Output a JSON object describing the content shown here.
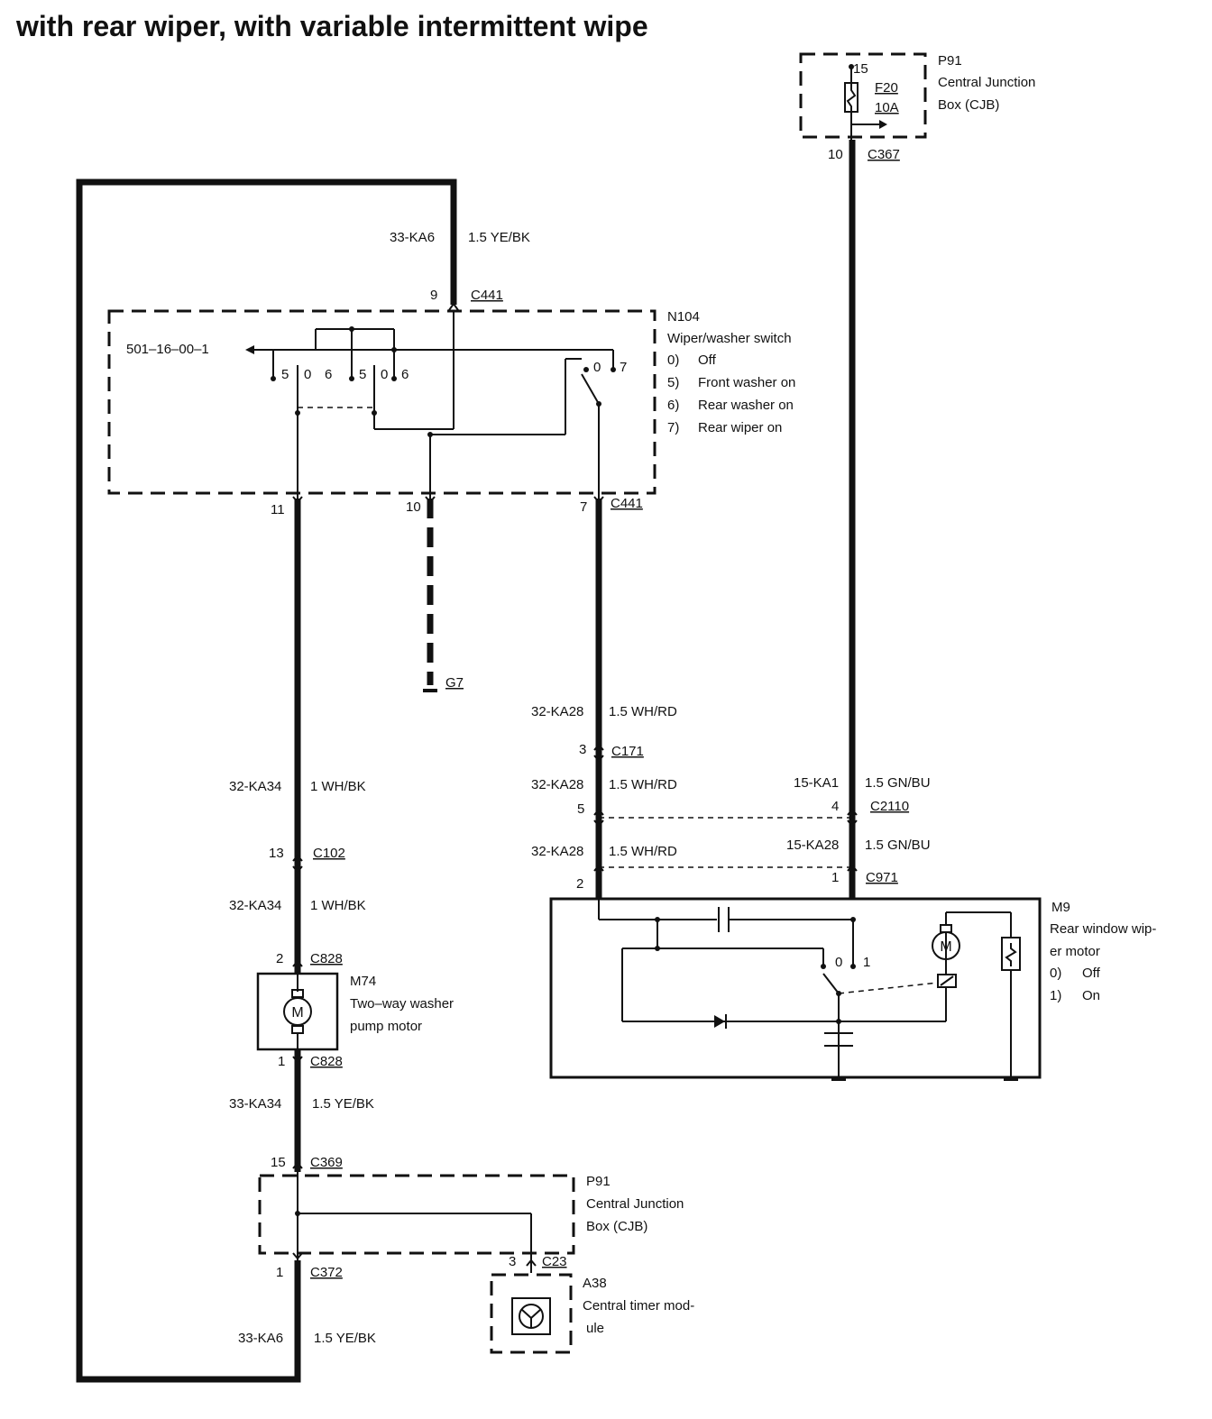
{
  "title": "with rear wiper, with variable intermittent wipe",
  "fuse_box_top": {
    "id": "P91",
    "name_line1": "Central Junction",
    "name_line2": "Box (CJB)",
    "fuse_pin": "15",
    "fuse_id": "F20",
    "fuse_rating": "10A",
    "out_pin": "10",
    "out_connector": "C367"
  },
  "switch": {
    "id": "N104",
    "name": "Wiper/washer switch",
    "ref": "501–16–00–1",
    "positions": [
      {
        "num": "0)",
        "desc": "Off"
      },
      {
        "num": "5)",
        "desc": "Front washer on"
      },
      {
        "num": "6)",
        "desc": "Rear washer on"
      },
      {
        "num": "7)",
        "desc": "Rear wiper on"
      }
    ],
    "contact_labels": [
      "5",
      "0",
      "6",
      "5",
      "0",
      "6",
      "0",
      "7"
    ],
    "in_pin": "9",
    "in_connector": "C441",
    "out_pins": [
      "11",
      "10",
      "7"
    ],
    "out_connector": "C441"
  },
  "wires": {
    "w_top": {
      "code": "33-KA6",
      "spec": "1.5 YE/BK"
    },
    "w_ka28_a": {
      "code": "32-KA28",
      "spec": "1.5 WH/RD"
    },
    "w_ka28_b": {
      "code": "32-KA28",
      "spec": "1.5 WH/RD"
    },
    "w_ka28_c": {
      "code": "32-KA28",
      "spec": "1.5 WH/RD"
    },
    "w_ka1": {
      "code": "15-KA1",
      "spec": "1.5 GN/BU"
    },
    "w_15ka28": {
      "code": "15-KA28",
      "spec": "1.5 GN/BU"
    },
    "w_ka34_a": {
      "code": "32-KA34",
      "spec": "1 WH/BK"
    },
    "w_ka34_b": {
      "code": "32-KA34",
      "spec": "1 WH/BK"
    },
    "w_33ka34": {
      "code": "33-KA34",
      "spec": "1.5 YE/BK"
    },
    "w_bottom": {
      "code": "33-KA6",
      "spec": "1.5 YE/BK"
    }
  },
  "ground": "G7",
  "connectors": {
    "c171": {
      "pin": "3",
      "id": "C171"
    },
    "c2110": {
      "pin_left": "5",
      "pin_right": "4",
      "id": "C2110"
    },
    "c971": {
      "pin_left": "2",
      "pin_right": "1",
      "id": "C971"
    },
    "c102": {
      "pin": "13",
      "id": "C102"
    },
    "c828_top": {
      "pin": "2",
      "id": "C828"
    },
    "c828_bot": {
      "pin": "1",
      "id": "C828"
    },
    "c369": {
      "pin": "15",
      "id": "C369"
    },
    "c372": {
      "pin": "1",
      "id": "C372"
    },
    "c23": {
      "pin": "3",
      "id": "C23"
    }
  },
  "rear_motor": {
    "id": "M9",
    "name_line1": "Rear window wip-",
    "name_line2": "er motor",
    "positions": [
      {
        "num": "0)",
        "desc": "Off"
      },
      {
        "num": "1)",
        "desc": "On"
      }
    ],
    "switch_labels": [
      "0",
      "1"
    ],
    "motor_symbol": "M"
  },
  "pump_motor": {
    "id": "M74",
    "name_line1": "Two–way washer",
    "name_line2": "pump motor",
    "motor_symbol": "M"
  },
  "cjb_bottom": {
    "id": "P91",
    "name_line1": "Central Junction",
    "name_line2": "Box (CJB)"
  },
  "timer": {
    "id": "A38",
    "name_line1": "Central timer mod-",
    "name_line2": "ule"
  }
}
